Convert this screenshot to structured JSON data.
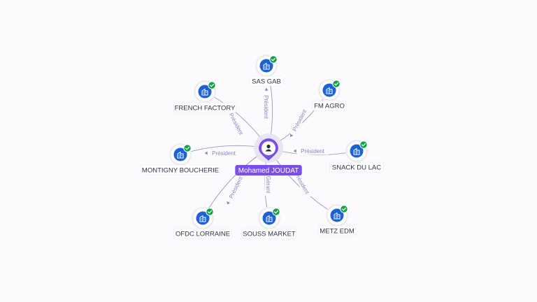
{
  "center": {
    "name": "Mohamed JOUDAT",
    "icon": "person-icon",
    "color": "#7a4ee8"
  },
  "colors": {
    "company_icon_bg": "#1b62d6",
    "check_badge": "#15a04a",
    "edge": "#9a98b8",
    "edge_label": "#8a87b8"
  },
  "companies": [
    {
      "name": "SAS GAB",
      "role": "Président",
      "icon": "building-icon",
      "verified": true
    },
    {
      "name": "FM AGRO",
      "role": "Président",
      "icon": "building-icon",
      "verified": true
    },
    {
      "name": "SNACK DU LAC",
      "role": "Président",
      "icon": "building-icon",
      "verified": true
    },
    {
      "name": "METZ EDM",
      "role": "Président",
      "icon": "building-icon",
      "verified": true
    },
    {
      "name": "SOUSS MARKET",
      "role": "Gérant",
      "icon": "building-icon",
      "verified": true
    },
    {
      "name": "OFDC LORRAINE",
      "role": "Président",
      "icon": "building-icon",
      "verified": true
    },
    {
      "name": "MONTIGNY BOUCHERIE",
      "role": "Président",
      "icon": "building-icon",
      "verified": true
    },
    {
      "name": "FRENCH FACTORY",
      "role": "Président",
      "icon": "building-icon",
      "verified": true
    }
  ]
}
